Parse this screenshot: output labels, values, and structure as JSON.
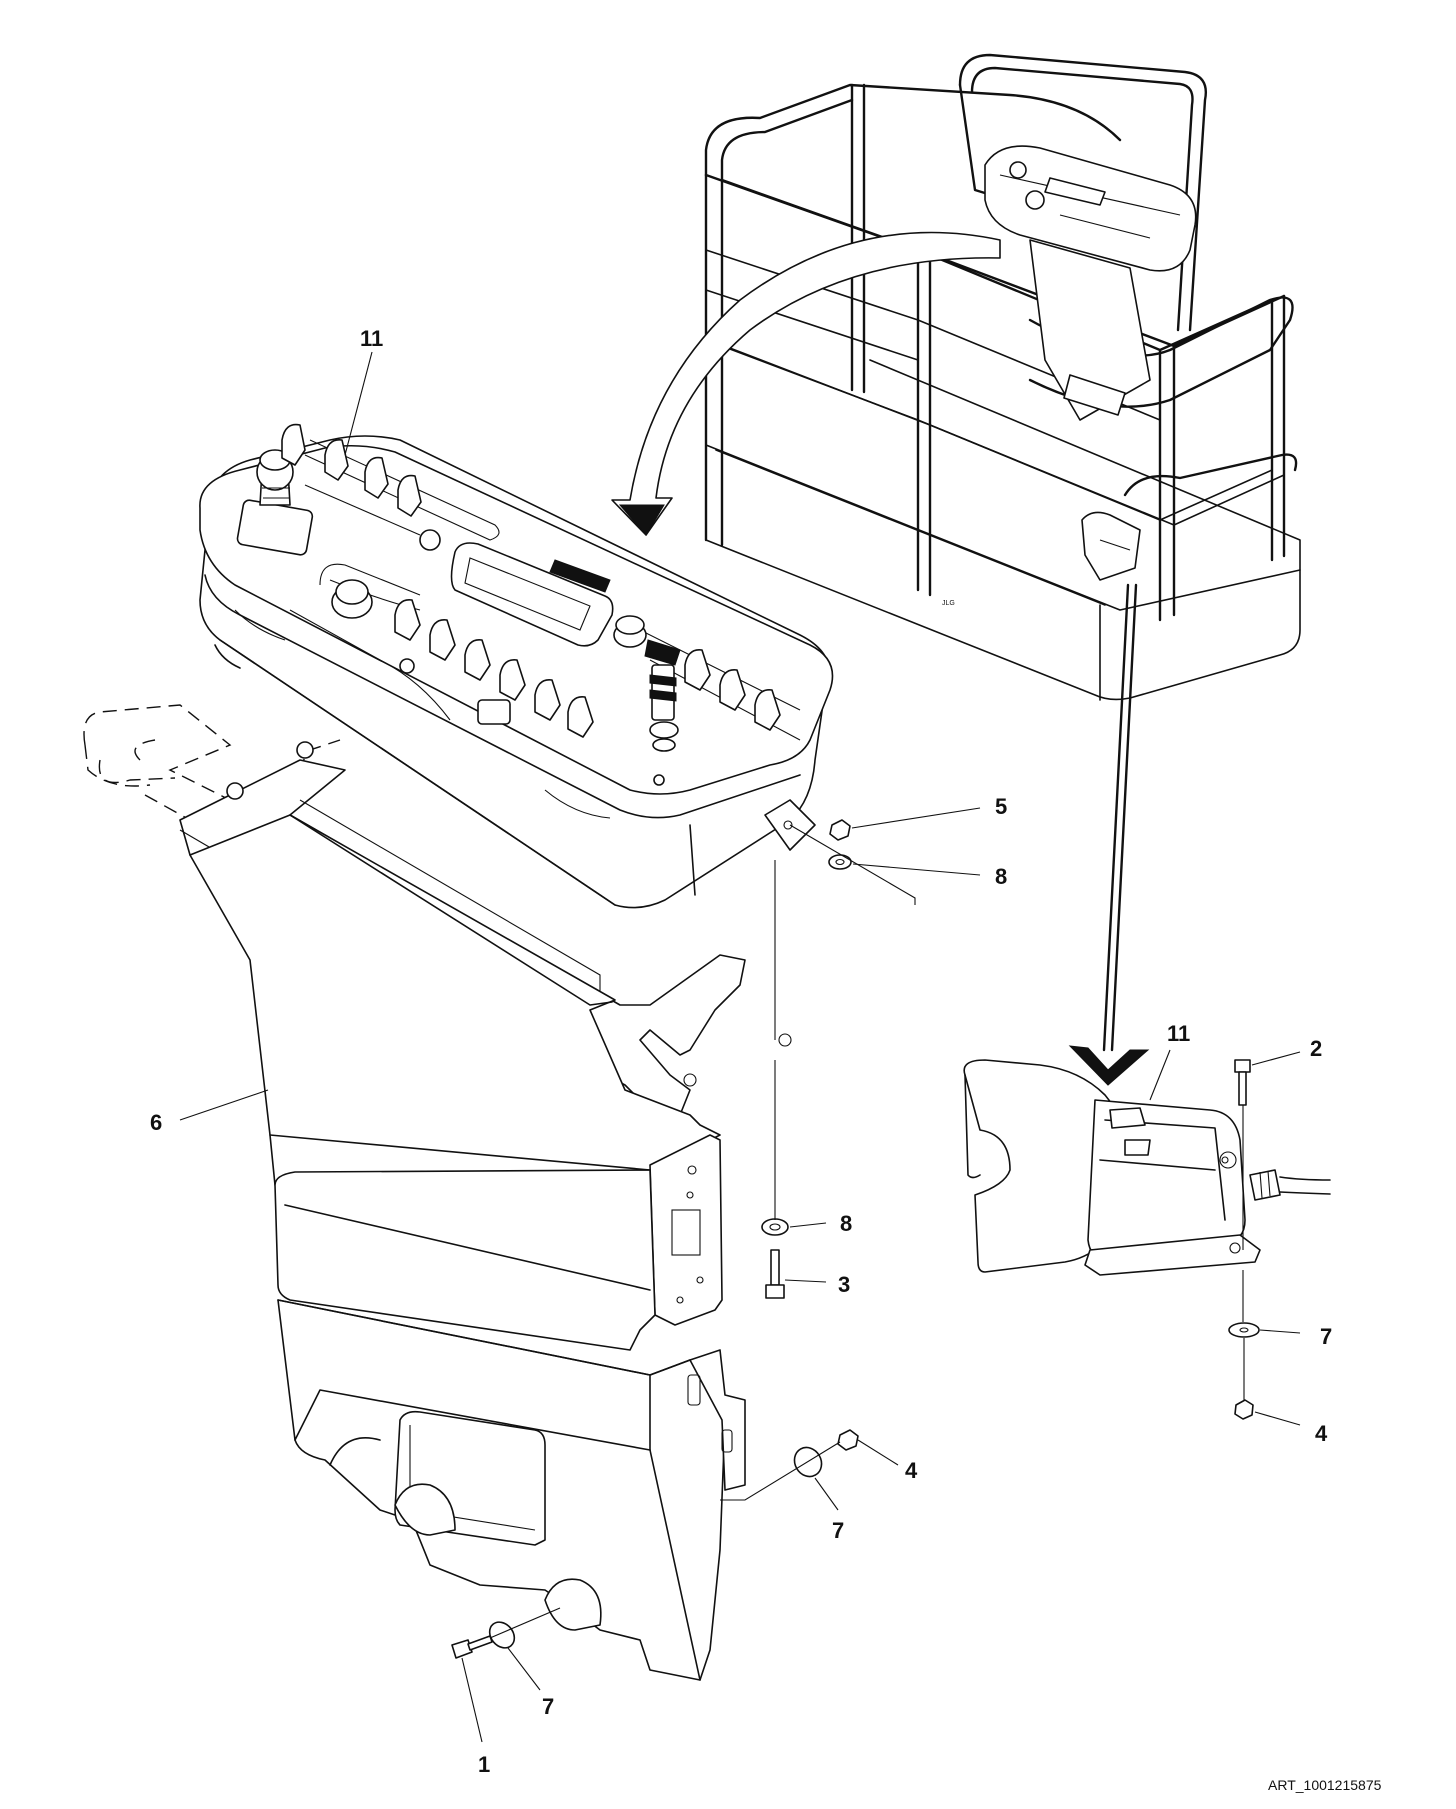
{
  "callouts": {
    "c11_console": "11",
    "c5": "5",
    "c8_upper": "8",
    "c6": "6",
    "c8_lower": "8",
    "c3": "3",
    "c11_footswitch": "11",
    "c2": "2",
    "c7_right": "7",
    "c4_right": "4",
    "c4_lower": "4",
    "c7_mid": "7",
    "c7_bottom": "7",
    "c1": "1"
  },
  "art_id": "ART_1001215875"
}
